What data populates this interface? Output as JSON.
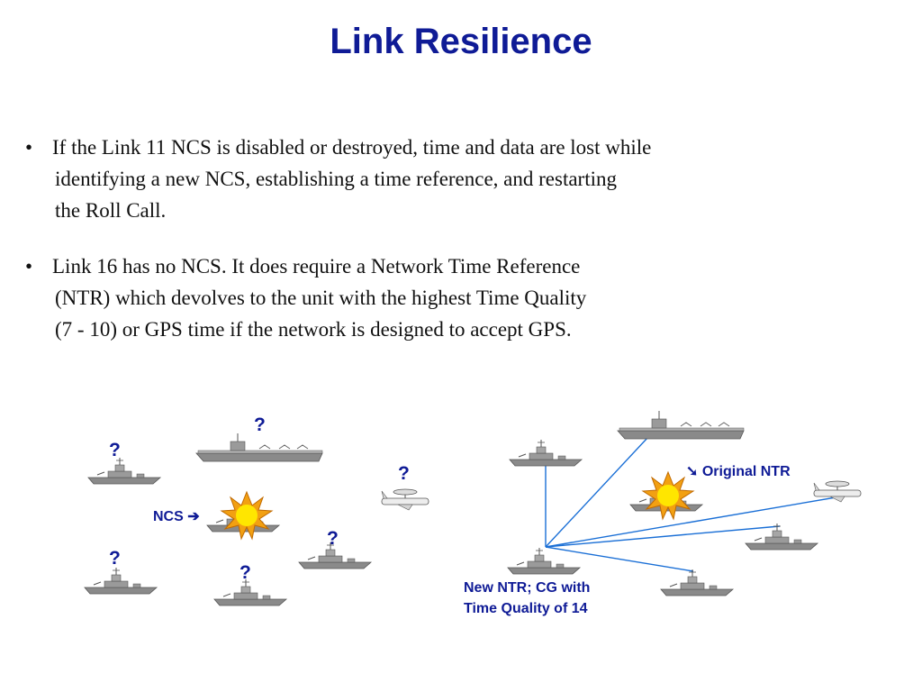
{
  "title": "Link Resilience",
  "bullets": [
    {
      "marker": "•",
      "lines": [
        "If the Link 11 NCS is disabled or destroyed, time and data are lost while",
        "identifying a new NCS, establishing a time reference, and restarting",
        "the Roll Call."
      ]
    },
    {
      "marker": "•",
      "lines": [
        "Link 16 has no NCS.  It does require a Network Time Reference",
        "(NTR) which devolves to the unit with the highest Time Quality",
        "(7 - 10) or GPS time if the network is designed to accept GPS."
      ]
    }
  ],
  "left_diagram": {
    "question_mark": "?",
    "ncs_label": "NCS ➔",
    "icons": [
      "ship-icon",
      "aircraft-carrier-icon",
      "awacs-aircraft-icon",
      "explosion-icon"
    ]
  },
  "right_diagram": {
    "original_ntr_label": "➘ Original NTR",
    "new_ntr_line1": "New NTR; CG with",
    "new_ntr_line2": "Time Quality of 14",
    "link_color": "#1a6fd6"
  },
  "colors": {
    "title": "#0f1b96",
    "labels": "#0f1b96",
    "ship_gray": "#8a8a8a"
  }
}
